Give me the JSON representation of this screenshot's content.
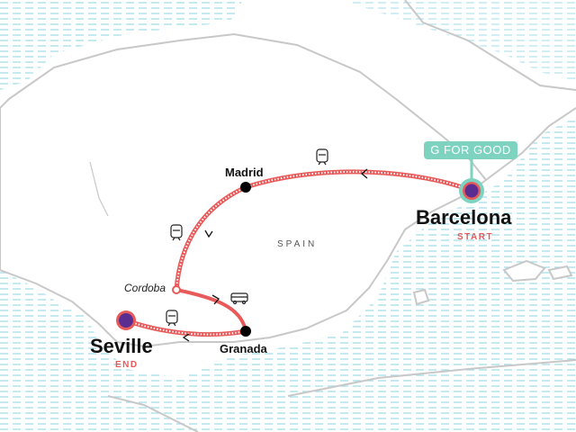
{
  "country_label": "SPAIN",
  "badge": "G FOR GOOD",
  "cities": {
    "barcelona": {
      "name": "Barcelona",
      "tag": "START"
    },
    "madrid": {
      "name": "Madrid"
    },
    "cordoba": {
      "name": "Cordoba"
    },
    "granada": {
      "name": "Granada"
    },
    "seville": {
      "name": "Seville",
      "tag": "END"
    }
  },
  "legs": [
    {
      "from": "Barcelona",
      "to": "Madrid",
      "mode": "train"
    },
    {
      "from": "Madrid",
      "to": "Cordoba",
      "mode": "train"
    },
    {
      "from": "Cordoba",
      "to": "Granada",
      "mode": "bus"
    },
    {
      "from": "Granada",
      "to": "Seville",
      "mode": "train"
    }
  ],
  "colors": {
    "route": "#e85a5a",
    "endpoint": "#5a2d91",
    "badge": "#7dd3c0",
    "water": "#a8dde8",
    "coast": "#c8c8c8"
  }
}
